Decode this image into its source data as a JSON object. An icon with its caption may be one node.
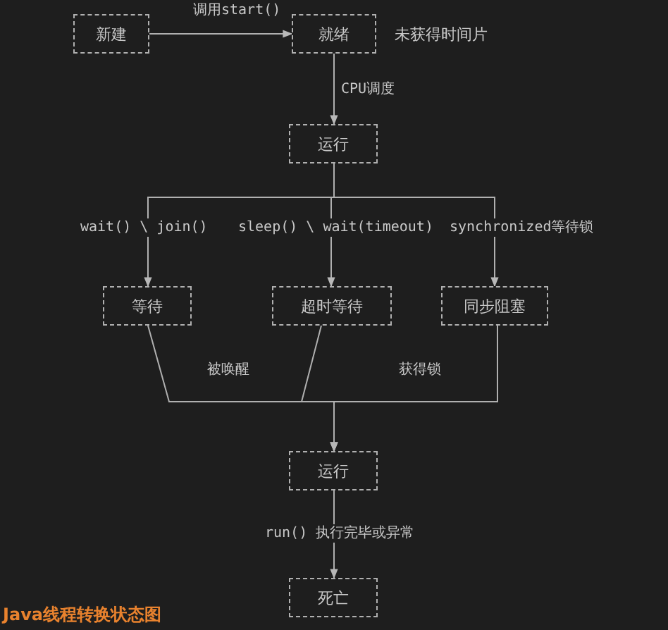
{
  "diagram": {
    "caption": "Java线程转换状态图",
    "nodes": [
      {
        "text": [
          "新建"
        ]
      },
      {
        "text": [
          "就绪"
        ],
        "beside": [
          "未获得时间片"
        ]
      },
      {
        "text": [
          "运行"
        ]
      },
      {
        "text": [
          "等待"
        ]
      },
      {
        "text": [
          "超时等待"
        ]
      },
      {
        "text": [
          "同步阻塞"
        ]
      },
      {
        "text": [
          "运行"
        ]
      },
      {
        "text": [
          "死亡"
        ]
      }
    ],
    "edges": [
      {
        "from": 0,
        "to": 1,
        "arrow": "to",
        "label": "调用start()"
      },
      {
        "from": 1,
        "to": 2,
        "arrow": "to",
        "label": "CPU调度"
      },
      {
        "from": 2,
        "to": 3,
        "arrow": "to",
        "label": "wait() \\ join()"
      },
      {
        "from": 2,
        "to": 4,
        "arrow": "to",
        "label": "sleep() \\ wait(timeout)"
      },
      {
        "from": 2,
        "to": 5,
        "arrow": "to",
        "label": "synchronized等待锁"
      },
      {
        "from": 3,
        "to": 6,
        "arrow": "to",
        "label": "被唤醒"
      },
      {
        "from": 4,
        "to": 6,
        "arrow": "to"
      },
      {
        "from": 5,
        "to": 6,
        "arrow": "to",
        "label": "获得锁"
      },
      {
        "from": 6,
        "to": 7,
        "arrow": "to",
        "label": "run() 执行完毕或异常"
      }
    ]
  }
}
